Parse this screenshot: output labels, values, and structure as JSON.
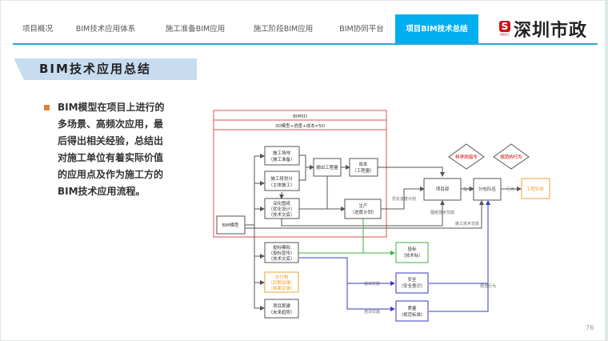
{
  "nav": {
    "tabs": [
      {
        "label": "项目概况",
        "active": false
      },
      {
        "label": "BIM技术应用体系",
        "active": false
      },
      {
        "label": "施工准备BIM应用",
        "active": false
      },
      {
        "label": "施工阶段BIM应用",
        "active": false
      },
      {
        "label": "BIM协同平台",
        "active": false
      },
      {
        "label": "项目BIM技术总结",
        "active": true
      }
    ]
  },
  "logo": {
    "mark": "S",
    "sub": "特区建工",
    "text": "深圳市政"
  },
  "section_title": "BIM技术应用总结",
  "paragraph": "BIM模型在项目上进行的多场景、高频次应用，最后得出相关经验，总结出对施工单位有着实际价值的应用点及作为施工方的BIM技术应用流程。",
  "page_number": "76",
  "diagram": {
    "header1": "BIM5D",
    "header2": "3D模型+进度+成本=5D",
    "nodes": {
      "bim_model": "BIM模型",
      "site": [
        "施工场地",
        "（施工准备）"
      ],
      "zoning": [
        "施工段划分",
        "（主体施工）"
      ],
      "drawing": [
        "深化图纸",
        "（优化设计）",
        "（技术交底）"
      ],
      "quantity": "输出工程量",
      "cost": [
        "成本",
        "（工程量）"
      ],
      "production": [
        "生产",
        "（进度计划）"
      ],
      "dept": "项目部",
      "team": "分包队伍",
      "entity": "工程实体",
      "science": "科学的指令",
      "standard": "规范的行为",
      "bid_sim": [
        "投标模拟",
        "（投标宣传）",
        "（技术交底）"
      ],
      "deliver": [
        "交付物",
        "（后期运维）",
        "（档案记录）"
      ],
      "review": [
        "项目那建",
        "（未来趋势）"
      ],
      "bid": [
        "投标",
        "（技术标）"
      ],
      "safety": [
        "安全",
        "（安全意识）"
      ],
      "quality": [
        "质量",
        "（规范标准）"
      ]
    },
    "labels": {
      "schedule_opt": "优化进度计划",
      "drawing_brief": "图纸技术交底",
      "construct_brief": "施工技术交底",
      "instruction": "指令",
      "behavior": "行为",
      "train1": "培训交底",
      "train2": "培训交底",
      "std_behavior": "规范行为"
    },
    "colors": {
      "red": "#d9534f",
      "green": "#3cb043",
      "blue": "#3b3bbf",
      "orange": "#f0a030",
      "gray": "#555555"
    }
  }
}
